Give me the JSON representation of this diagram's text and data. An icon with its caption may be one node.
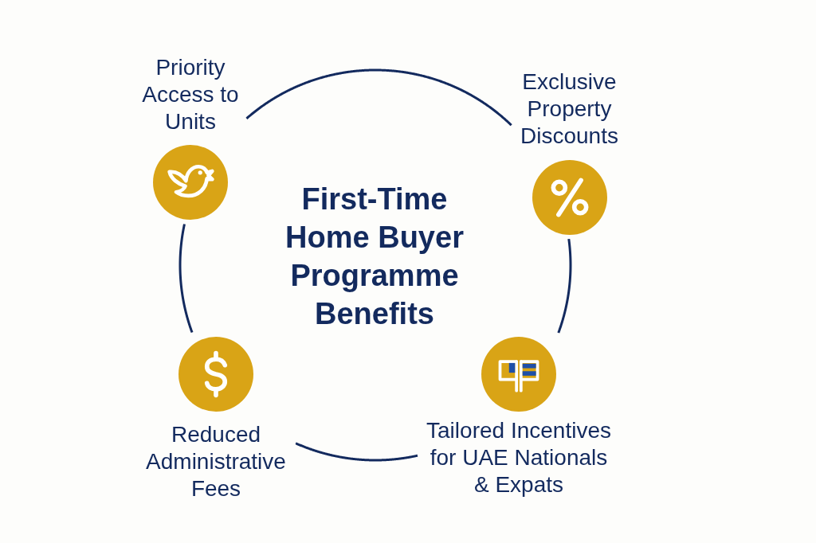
{
  "diagram": {
    "title": "First-Time Home Buyer Programme Benefits",
    "nodes": [
      {
        "text": [
          "Priority Access to Units"
        ]
      },
      {
        "text": [
          "Exclusive Property Discounts"
        ]
      },
      {
        "text": [
          "Tailored Incentives for UAE Nationals & Expats"
        ]
      },
      {
        "text": [
          "Reduced Administrative Fees"
        ]
      }
    ],
    "edges": [
      {
        "from": 0,
        "to": 1,
        "arrow": "none"
      },
      {
        "from": 1,
        "to": 2,
        "arrow": "none"
      },
      {
        "from": 2,
        "to": 3,
        "arrow": "none"
      },
      {
        "from": 3,
        "to": 0,
        "arrow": "none"
      }
    ]
  }
}
